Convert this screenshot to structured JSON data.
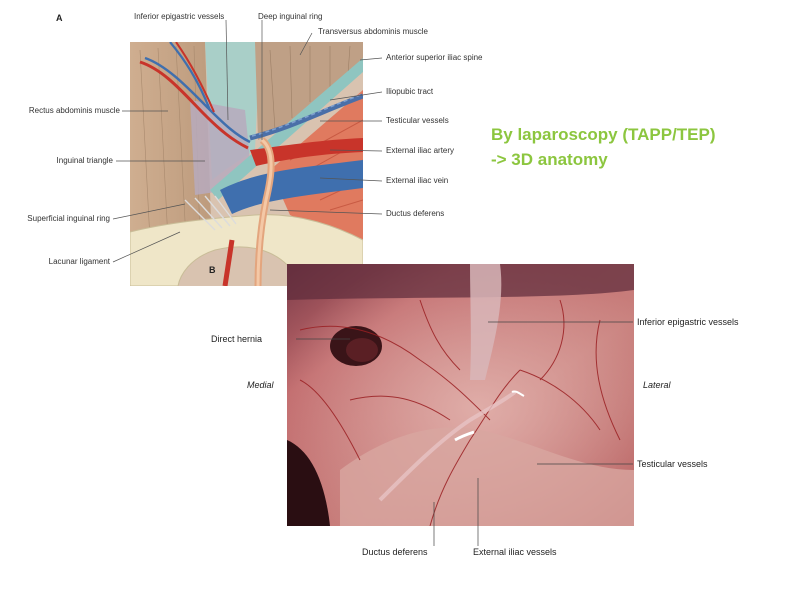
{
  "panel_a": {
    "letter": "A",
    "labels": {
      "inferior_epigastric": "Inferior epigastric vessels",
      "deep_ring": "Deep inguinal ring",
      "transversus": "Transversus abdominis muscle",
      "asis": "Anterior superior iliac spine",
      "iliopubic": "Iliopubic tract",
      "rectus": "Rectus abdominis muscle",
      "testicular": "Testicular vessels",
      "ext_iliac_artery": "External iliac artery",
      "inguinal_triangle": "Inguinal triangle",
      "ext_iliac_vein": "External iliac vein",
      "superficial_ring": "Superficial inguinal ring",
      "ductus": "Ductus deferens",
      "lacunar": "Lacunar ligament"
    }
  },
  "panel_b": {
    "letter": "B",
    "labels": {
      "direct_hernia": "Direct hernia",
      "inferior_epigastric": "Inferior epigastric vessels",
      "medial": "Medial",
      "lateral": "Lateral",
      "testicular": "Testicular vessels",
      "ductus": "Ductus deferens",
      "ext_iliac_vessels": "External iliac vessels"
    }
  },
  "heading": {
    "line1": "By laparoscopy (TAPP/TEP)",
    "line2": "-> 3D anatomy"
  },
  "colors": {
    "heading": "#8cc63f",
    "artery": "#c8342a",
    "vein": "#3f6fae",
    "muscle": "#c9a88a",
    "peritoneum": "#b9494a"
  }
}
